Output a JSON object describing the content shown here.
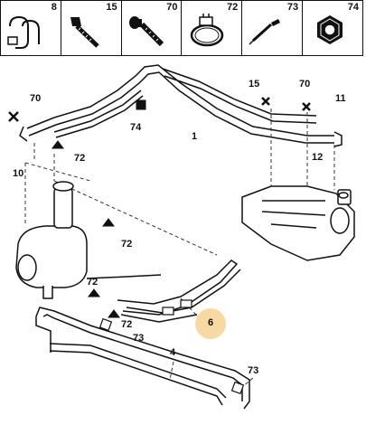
{
  "legend": [
    {
      "num": "8",
      "icon": "clip-icon"
    },
    {
      "num": "15",
      "icon": "bolt-icon"
    },
    {
      "num": "70",
      "icon": "flange-bolt-icon"
    },
    {
      "num": "72",
      "icon": "hose-clamp-icon"
    },
    {
      "num": "73",
      "icon": "rivet-clip-icon"
    },
    {
      "num": "74",
      "icon": "nut-icon"
    }
  ],
  "labels": {
    "l70a": "70",
    "l74": "74",
    "l1": "1",
    "l15": "15",
    "l70b": "70",
    "l11": "11",
    "l72a": "72",
    "l10": "10",
    "l12": "12",
    "l72b": "72",
    "l72c": "72",
    "l72d": "72",
    "l73a": "73",
    "l6": "6",
    "l4": "4",
    "l73b": "73"
  },
  "colors": {
    "highlight": "#f7d9a3",
    "line": "#111111"
  }
}
